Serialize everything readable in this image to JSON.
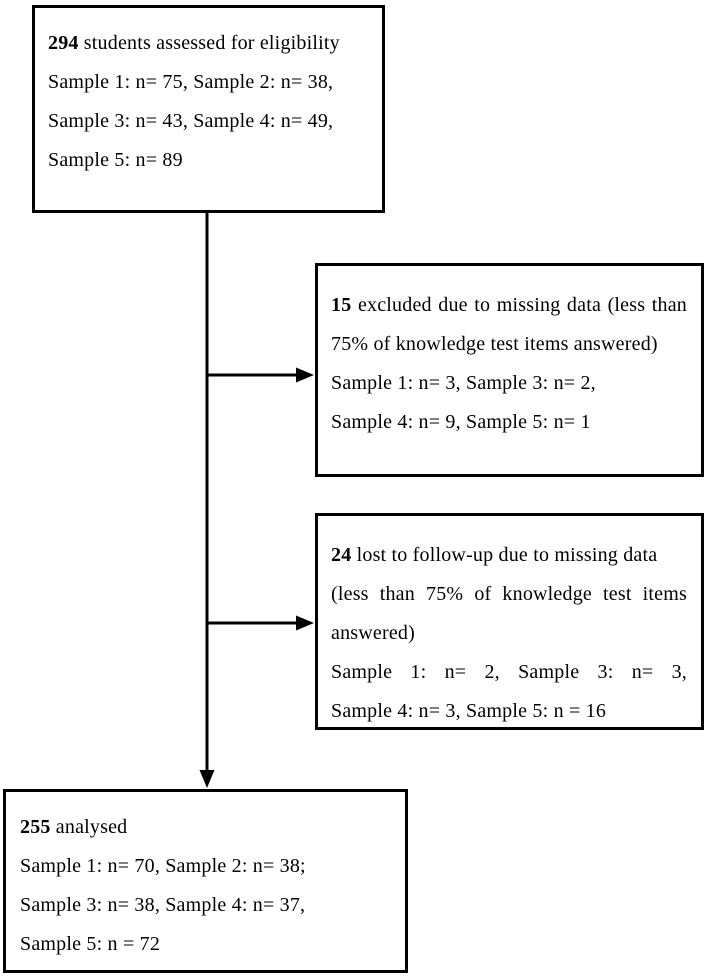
{
  "diagram": {
    "title": "participant-flow-diagram",
    "colors": {
      "background": "#ffffff",
      "border": "#000000",
      "text": "#000000",
      "line": "#000000"
    },
    "boxes": {
      "eligibility": {
        "count": "294",
        "count_suffix": " students assessed for eligibility",
        "line2": "Sample 1: n= 75, Sample 2: n= 38,",
        "line3": "Sample 3: n= 43, Sample 4: n= 49,",
        "line4": "Sample 5: n= 89"
      },
      "excluded": {
        "count": "15",
        "count_suffix": " excluded due to missing data (less than",
        "line2": "75% of knowledge test items answered)",
        "line3": "Sample 1: n= 3, Sample 3: n= 2,",
        "line4": "Sample 4: n= 9, Sample 5: n= 1"
      },
      "lost_to_followup": {
        "count": "24",
        "count_suffix": " lost to follow-up due to missing data",
        "line2": "(less than 75% of knowledge test items",
        "line3": "answered)",
        "line4": "Sample 1: n= 2, Sample 3: n= 3,",
        "line5": "Sample 4: n= 3, Sample 5: n = 16"
      },
      "analysed": {
        "count": "255",
        "count_suffix": " analysed",
        "line2": "Sample 1: n= 70, Sample 2: n= 38;",
        "line3": "Sample 3: n= 38, Sample 4: n= 37,",
        "line4": "Sample 5: n = 72"
      }
    }
  }
}
